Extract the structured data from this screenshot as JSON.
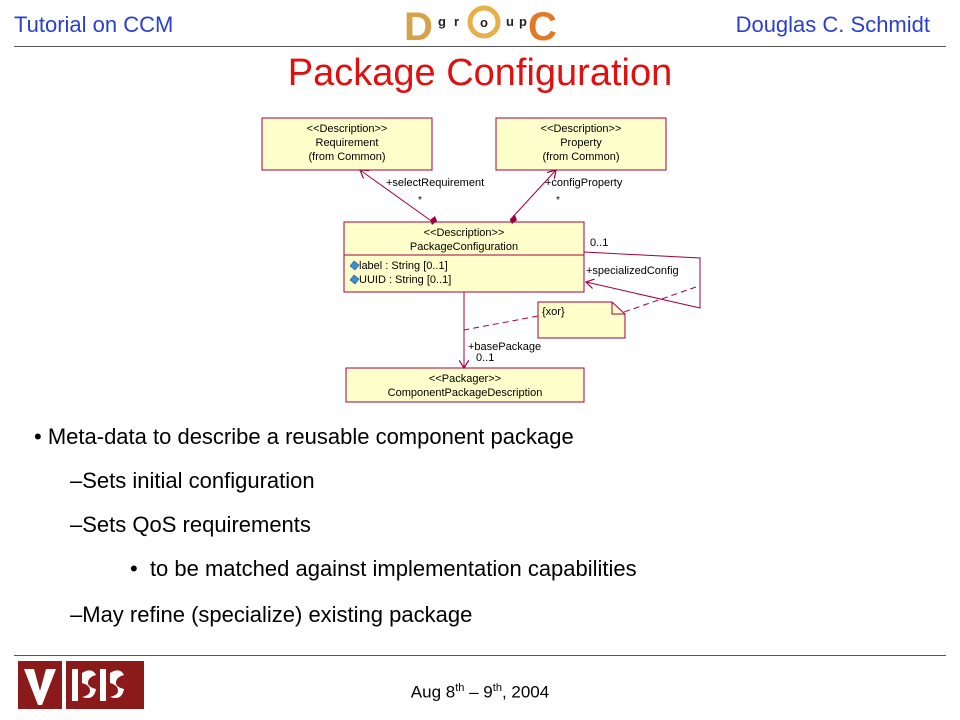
{
  "header": {
    "left": "Tutorial on CCM",
    "right": "Douglas C. Schmidt"
  },
  "logo": {
    "letters": [
      "D",
      "g",
      "r",
      "o",
      "u",
      "p",
      "C"
    ]
  },
  "title": "Package Configuration",
  "diagram": {
    "requirement": {
      "stereotype": "<<Description>>",
      "name": "Requirement",
      "from": "(from Common)"
    },
    "property": {
      "stereotype": "<<Description>>",
      "name": "Property",
      "from": "(from Common)"
    },
    "package_configuration": {
      "stereotype": "<<Description>>",
      "name": "PackageConfiguration",
      "attributes": [
        "label : String [0..1]",
        "UUID : String [0..1]"
      ]
    },
    "component_package": {
      "stereotype": "<<Packager>>",
      "name": "ComponentPackageDescription"
    },
    "note": "{xor}",
    "labels": {
      "select_requirement": "+selectRequirement",
      "config_property": "+configProperty",
      "specialized_config": "+specializedConfig",
      "specialized_mult": "0..1",
      "base_package": "+basePackage",
      "base_mult": "0..1",
      "star1": "*",
      "star2": "*"
    }
  },
  "bullets": {
    "b1": "Meta-data to describe a reusable component package",
    "b2": "Sets initial configuration",
    "b3": "Sets QoS requirements",
    "b4": "to be matched against implementation capabilities",
    "b5": "May refine (specialize) existing package"
  },
  "footer": {
    "date_pre": "Aug 8",
    "sup1": "th",
    "date_mid": " – 9",
    "sup2": "th",
    "date_post": ", 2004"
  },
  "colors": {
    "header_blue": "#2a3fd0",
    "title_red": "#e01010",
    "uml_fill": "#ffffcc",
    "uml_line": "#a00040"
  }
}
